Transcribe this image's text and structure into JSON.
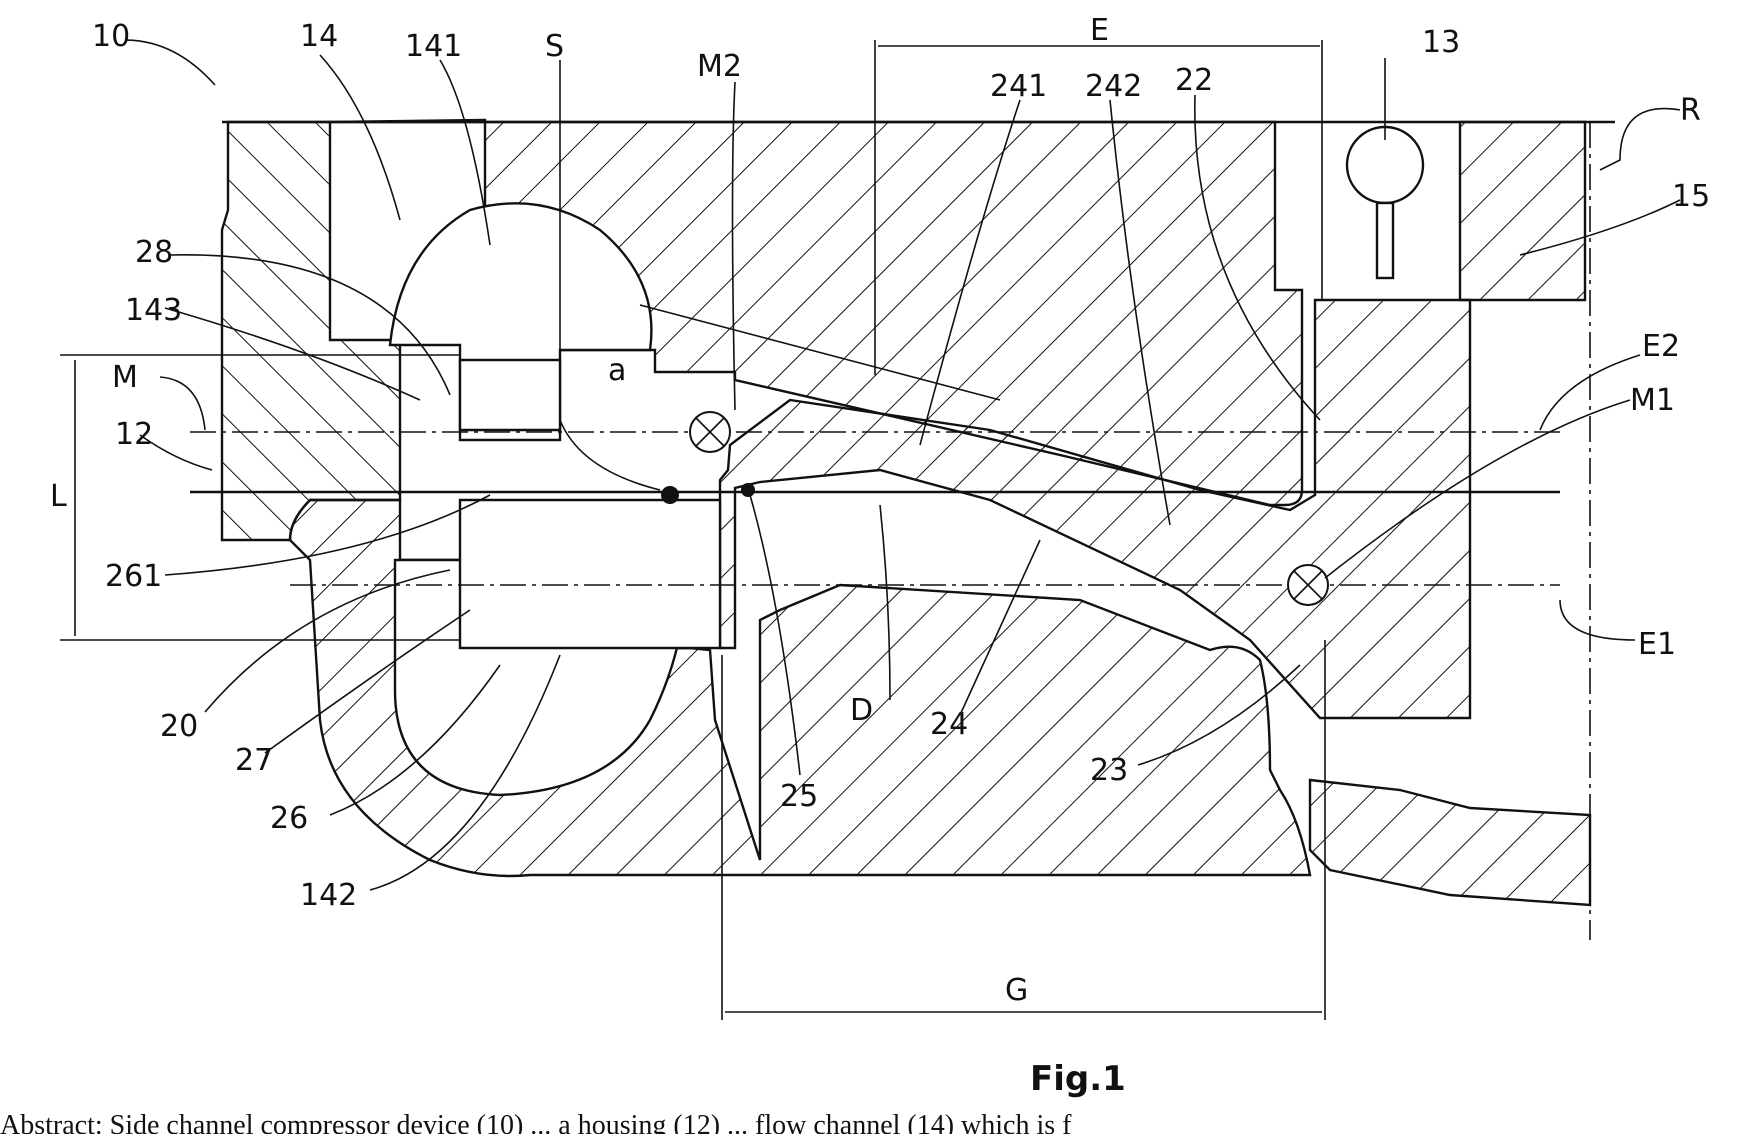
{
  "figure": {
    "caption": "Fig.1",
    "abstract_fragment": "Abstract: Side channel compressor device (10) ... a housing (12) ... flow channel (14) which is f"
  },
  "labels": {
    "l10": "10",
    "l14": "14",
    "l141": "141",
    "lS": "S",
    "lM2": "M2",
    "lE": "E",
    "l241": "241",
    "l242": "242",
    "l22": "22",
    "l13": "13",
    "lR": "R",
    "l15": "15",
    "l28": "28",
    "l143": "143",
    "lM": "M",
    "l12": "12",
    "lL": "L",
    "la": "a",
    "lE2": "E2",
    "lM1": "M1",
    "l261": "261",
    "lE1": "E1",
    "l20": "20",
    "l27": "27",
    "lD": "D",
    "l24": "24",
    "l23": "23",
    "l25": "25",
    "l26": "26",
    "l142": "142",
    "lG": "G"
  }
}
